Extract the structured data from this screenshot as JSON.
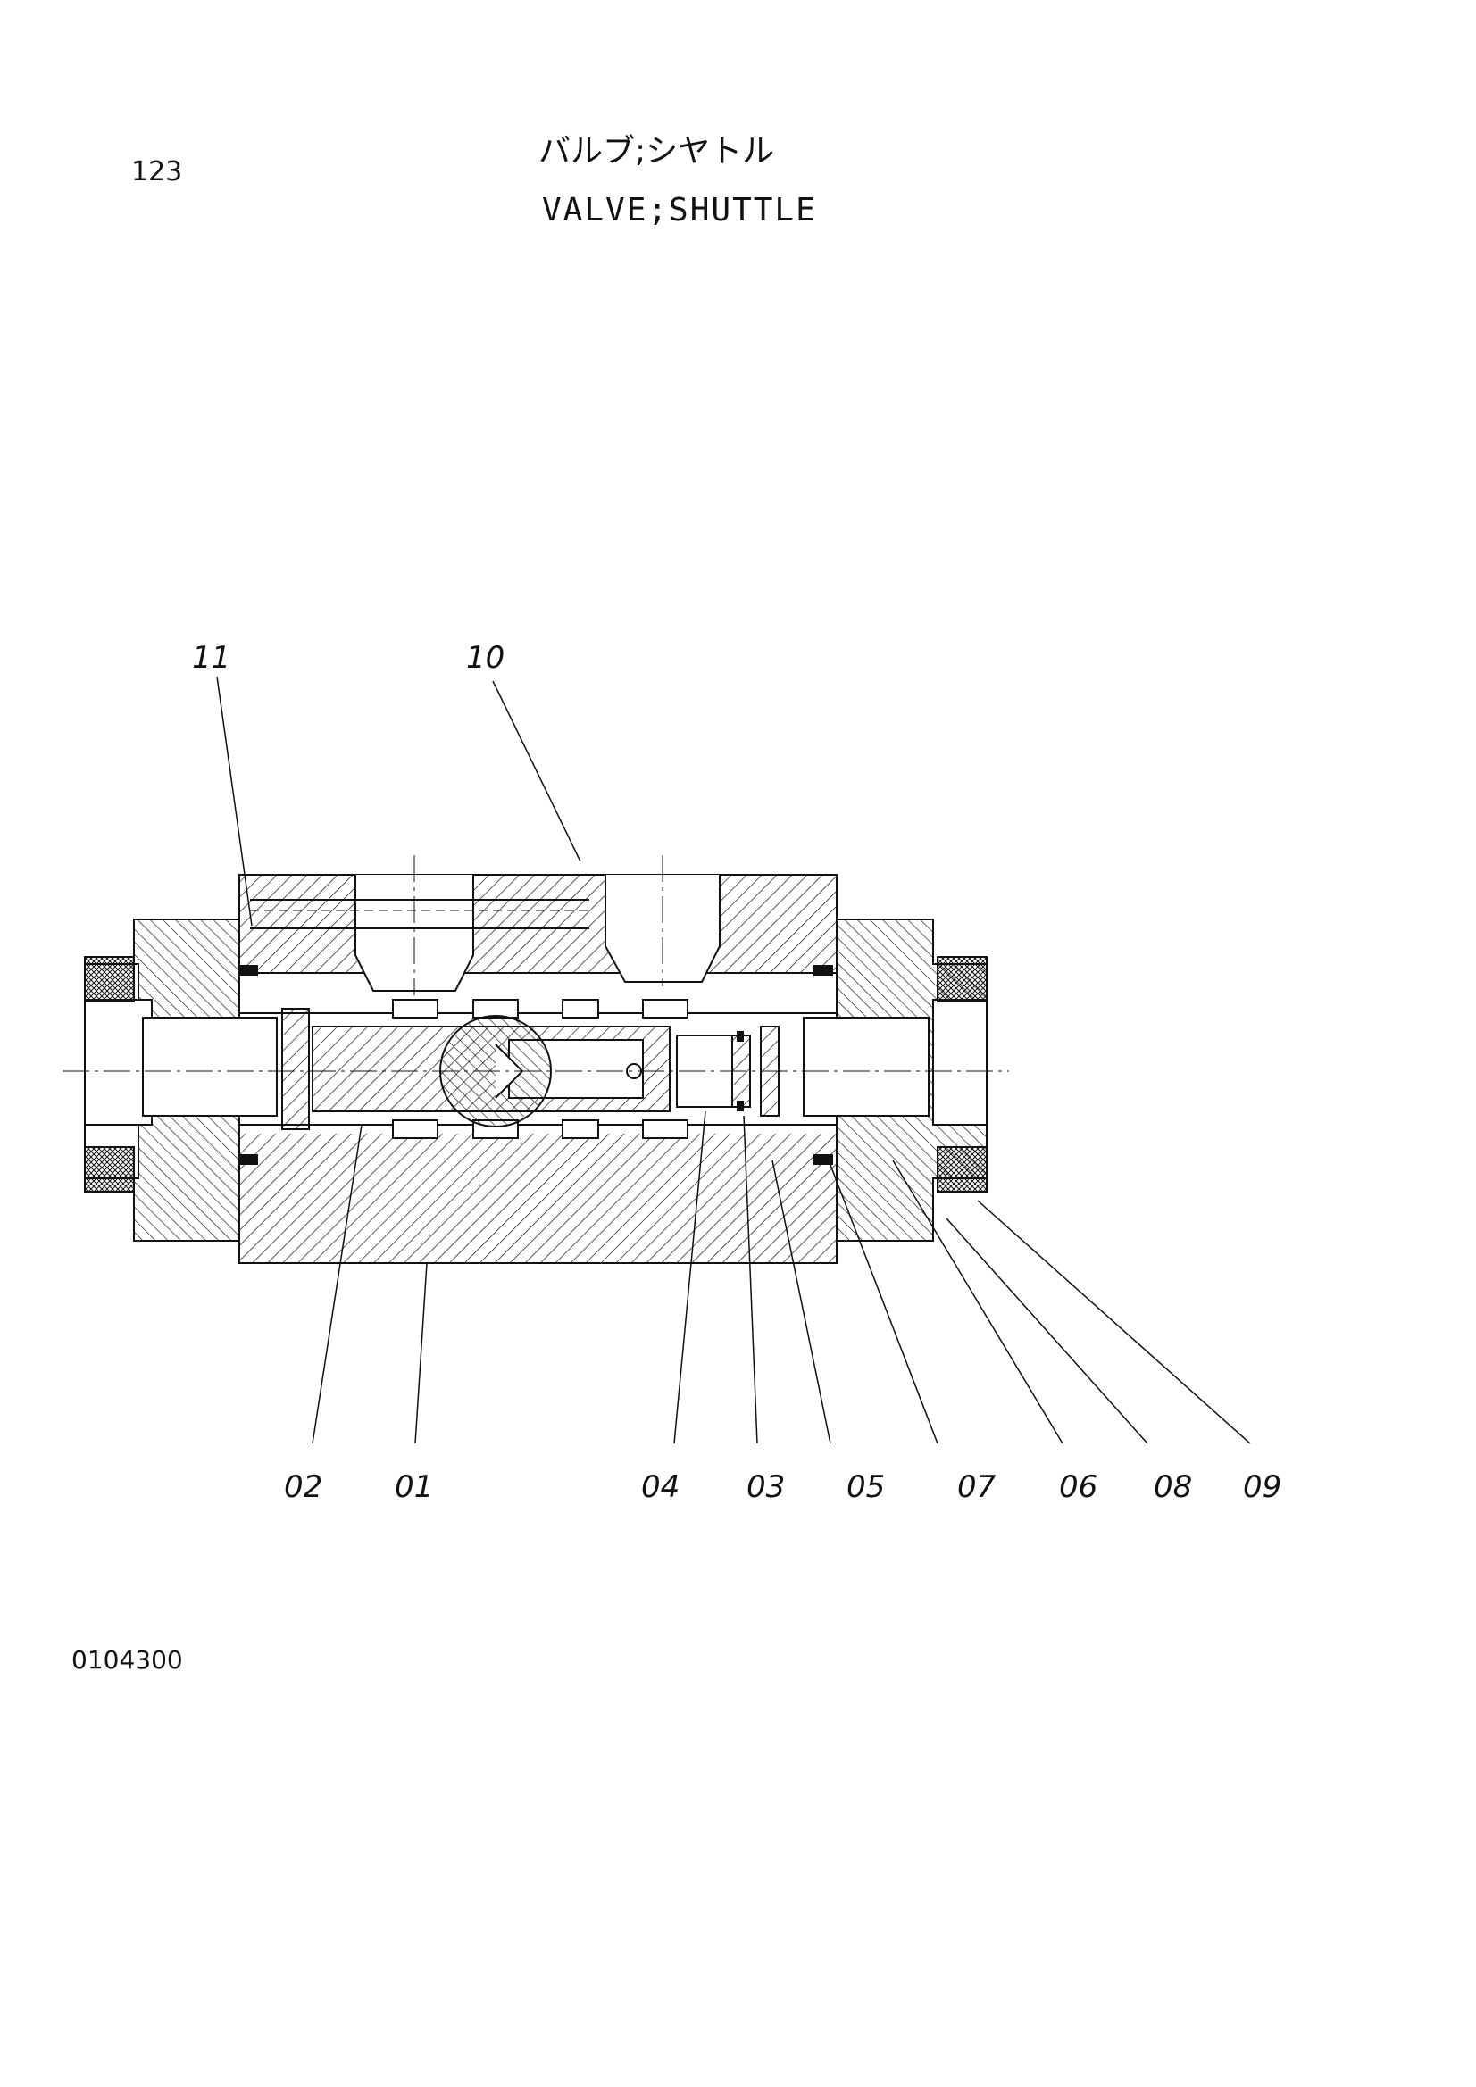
{
  "header": {
    "page_number": "123",
    "title_jp": "バルブ;シヤトル",
    "title_en": "VALVE;SHUTTLE"
  },
  "footer": {
    "drawing_number": "0104300"
  },
  "callouts": {
    "c01": "01",
    "c02": "02",
    "c03": "03",
    "c04": "04",
    "c05": "05",
    "c06": "06",
    "c07": "07",
    "c08": "08",
    "c09": "09",
    "c10": "10",
    "c11": "11"
  },
  "colors": {
    "ink": "#111111",
    "paper": "#ffffff"
  }
}
